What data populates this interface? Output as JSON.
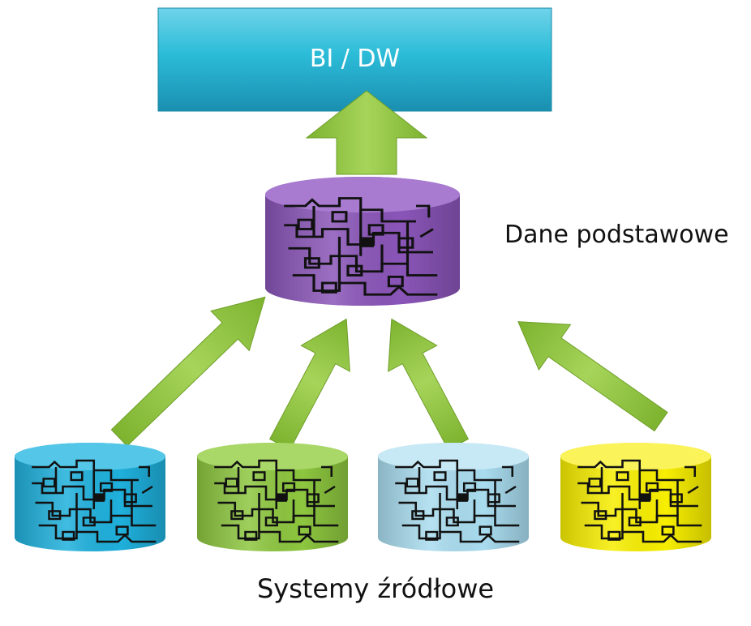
{
  "diagram": {
    "top_box_label": "BI / DW",
    "master_label": "Dane podstawowe",
    "sources_label": "Systemy źródłowe"
  },
  "colors": {
    "bi_box": "#2bbcd8",
    "master_db": "#8a55b8",
    "arrow": "#8dc63f",
    "source_1": "#1fb0dc",
    "source_2": "#8dc63f",
    "source_3": "#a9dcef",
    "source_4": "#f7ee00"
  }
}
